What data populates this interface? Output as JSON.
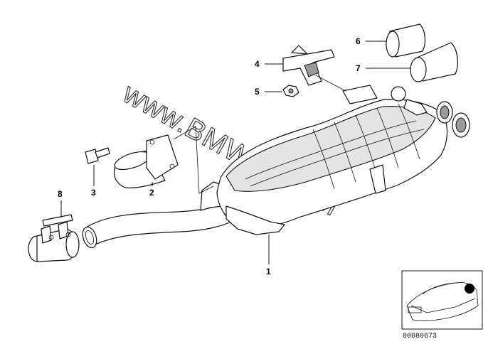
{
  "diagram": {
    "callouts": [
      {
        "number": "1",
        "part": "rear-silencer"
      },
      {
        "number": "2",
        "part": "tailpipe-connector"
      },
      {
        "number": "3",
        "part": "bolt"
      },
      {
        "number": "4",
        "part": "hanger-bracket"
      },
      {
        "number": "5",
        "part": "nut"
      },
      {
        "number": "6",
        "part": "tailpipe-trim-small"
      },
      {
        "number": "7",
        "part": "tailpipe-trim-large"
      },
      {
        "number": "8",
        "part": "pipe-clamp"
      }
    ],
    "watermark": "www.BMWstore.pl",
    "reference_code": "00080673",
    "colors": {
      "line": "#111111",
      "shade": "#e4e4e4",
      "marker": "#000000"
    }
  }
}
